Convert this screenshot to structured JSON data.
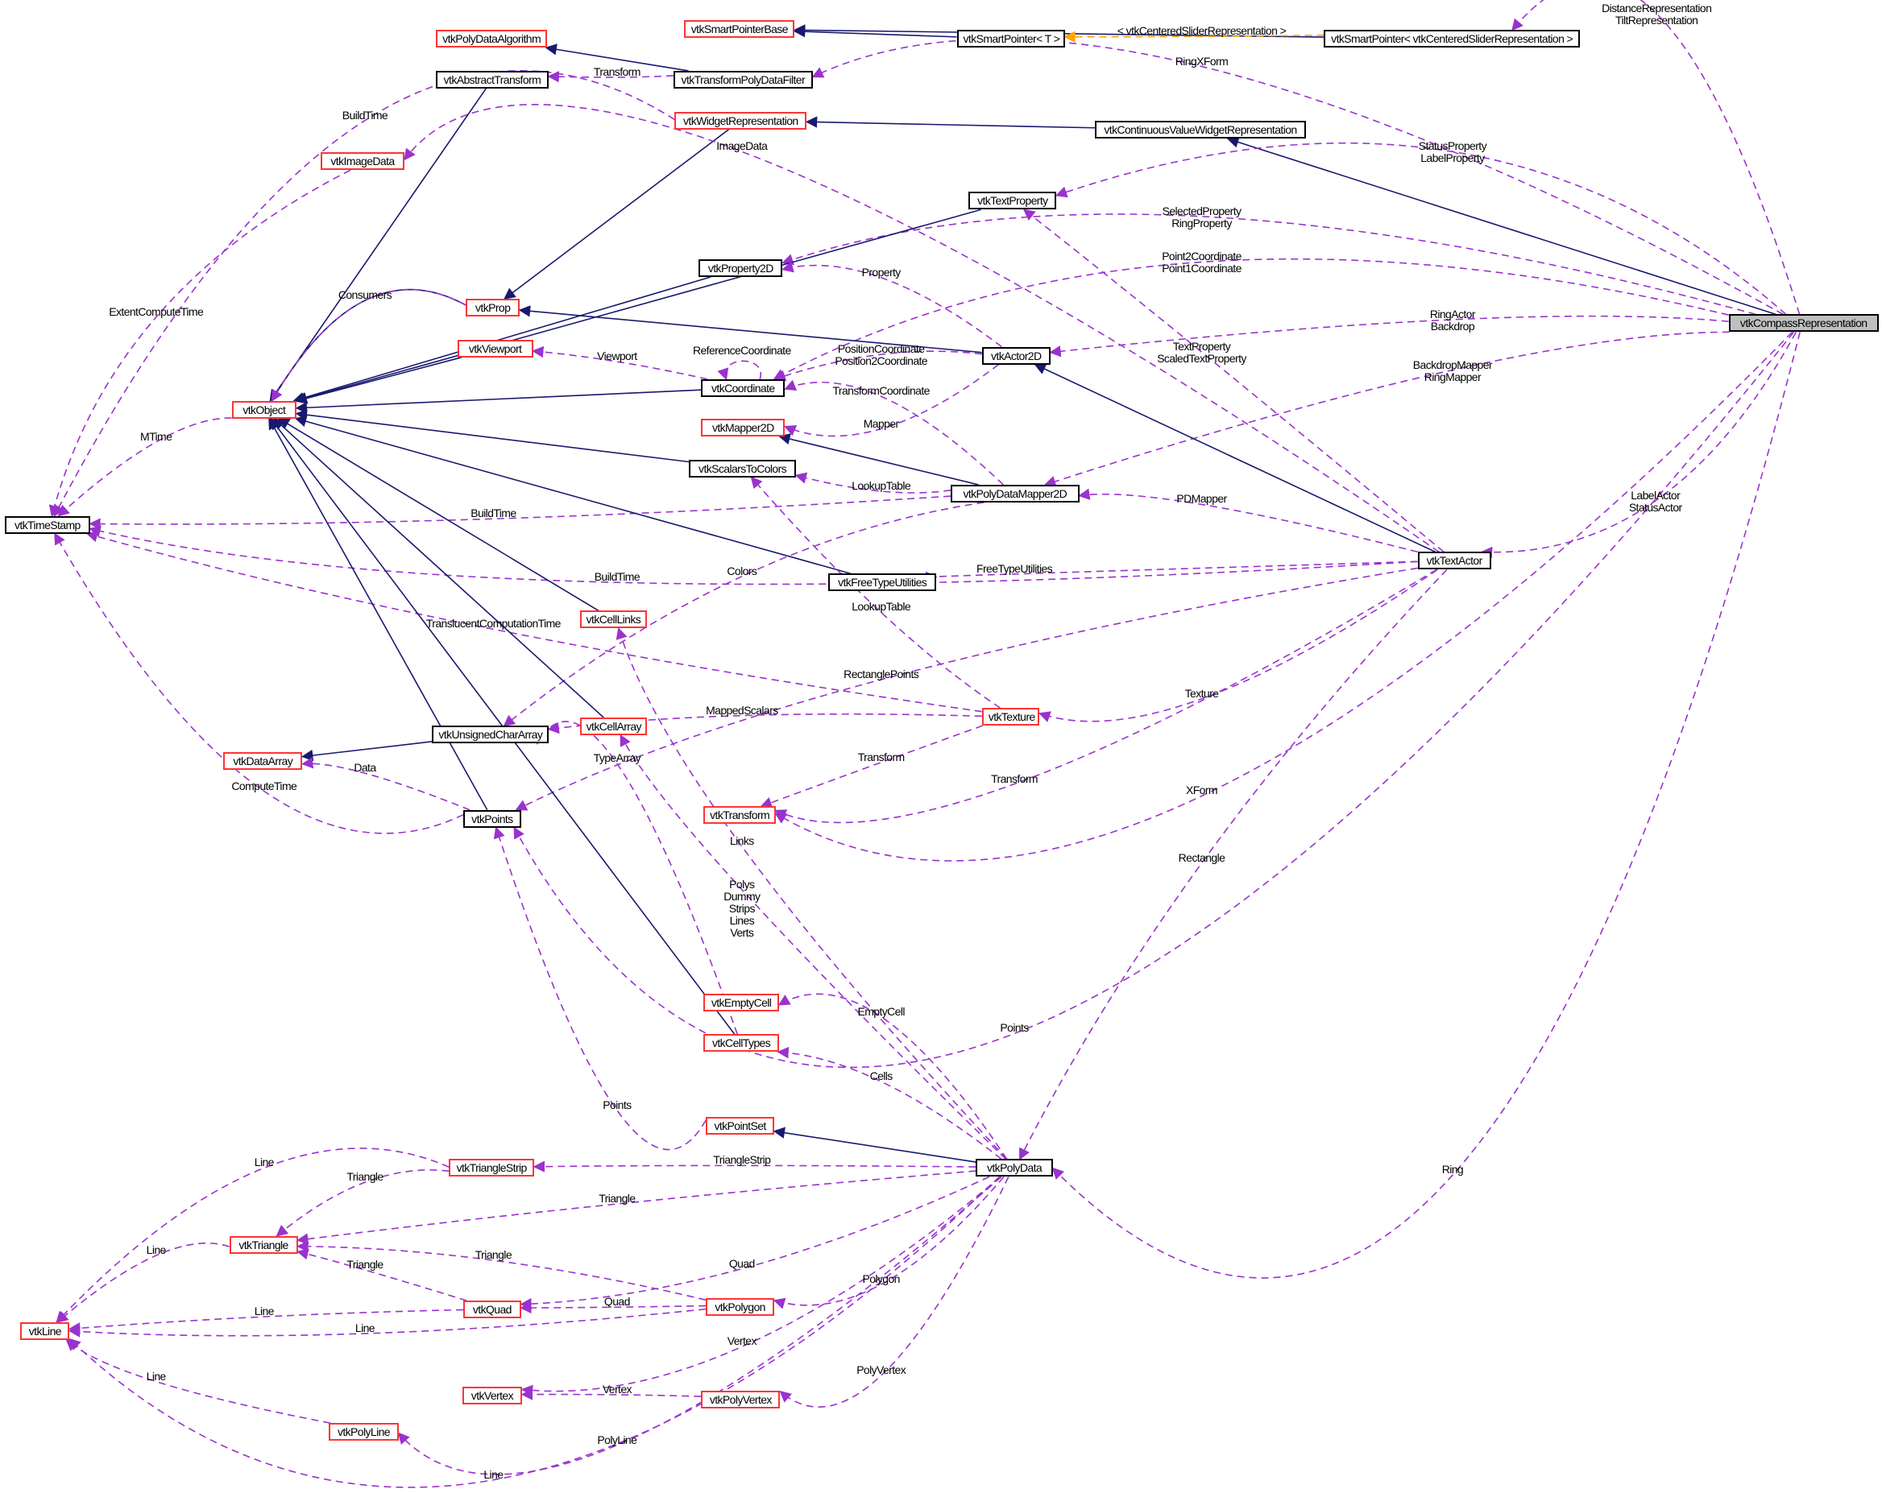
{
  "title": "vtkCompassRepresentation collaboration graph",
  "legend_colors": {
    "inheritance": "#191970",
    "usage": "#9a32cd",
    "template": "#ffa500",
    "documented_border": "#000000",
    "undocumented_border": "#ff3333",
    "focus_fill": "#bfbfbf"
  },
  "nodes": [
    {
      "id": "compass",
      "label": "vtkCompassRepresentation",
      "style": "focus"
    },
    {
      "id": "smartptrbase",
      "label": "vtkSmartPointerBase",
      "style": "red"
    },
    {
      "id": "smartptrT",
      "label": "vtkSmartPointer< T >",
      "style": "black"
    },
    {
      "id": "smartptrCSR",
      "label": "vtkSmartPointer< vtkCenteredSliderRepresentation >",
      "style": "black"
    },
    {
      "id": "polydataalg",
      "label": "vtkPolyDataAlgorithm",
      "style": "red"
    },
    {
      "id": "abstracttransform",
      "label": "vtkAbstractTransform",
      "style": "black"
    },
    {
      "id": "transformpdf",
      "label": "vtkTransformPolyDataFilter",
      "style": "black"
    },
    {
      "id": "widgetrep",
      "label": "vtkWidgetRepresentation",
      "style": "red"
    },
    {
      "id": "cvwrep",
      "label": "vtkContinuousValueWidgetRepresentation",
      "style": "black"
    },
    {
      "id": "imagedata",
      "label": "vtkImageData",
      "style": "red"
    },
    {
      "id": "textproperty",
      "label": "vtkTextProperty",
      "style": "black"
    },
    {
      "id": "property2d",
      "label": "vtkProperty2D",
      "style": "black"
    },
    {
      "id": "prop",
      "label": "vtkProp",
      "style": "red"
    },
    {
      "id": "viewport",
      "label": "vtkViewport",
      "style": "red"
    },
    {
      "id": "coordinate",
      "label": "vtkCoordinate",
      "style": "black"
    },
    {
      "id": "actor2d",
      "label": "vtkActor2D",
      "style": "black"
    },
    {
      "id": "object",
      "label": "vtkObject",
      "style": "red"
    },
    {
      "id": "mapper2d",
      "label": "vtkMapper2D",
      "style": "red"
    },
    {
      "id": "scalarstocolors",
      "label": "vtkScalarsToColors",
      "style": "black"
    },
    {
      "id": "polydatamapper2d",
      "label": "vtkPolyDataMapper2D",
      "style": "black"
    },
    {
      "id": "timestamp",
      "label": "vtkTimeStamp",
      "style": "black"
    },
    {
      "id": "freetype",
      "label": "vtkFreeTypeUtilities",
      "style": "black"
    },
    {
      "id": "textactor",
      "label": "vtkTextActor",
      "style": "black"
    },
    {
      "id": "celllinks",
      "label": "vtkCellLinks",
      "style": "red"
    },
    {
      "id": "uchararray",
      "label": "vtkUnsignedCharArray",
      "style": "black"
    },
    {
      "id": "cellarray",
      "label": "vtkCellArray",
      "style": "red"
    },
    {
      "id": "texture",
      "label": "vtkTexture",
      "style": "red"
    },
    {
      "id": "dataarray",
      "label": "vtkDataArray",
      "style": "red"
    },
    {
      "id": "points",
      "label": "vtkPoints",
      "style": "black"
    },
    {
      "id": "transform",
      "label": "vtkTransform",
      "style": "red"
    },
    {
      "id": "emptycell",
      "label": "vtkEmptyCell",
      "style": "red"
    },
    {
      "id": "celltypes",
      "label": "vtkCellTypes",
      "style": "red"
    },
    {
      "id": "pointset",
      "label": "vtkPointSet",
      "style": "red"
    },
    {
      "id": "polydata",
      "label": "vtkPolyData",
      "style": "black"
    },
    {
      "id": "trianglestrip",
      "label": "vtkTriangleStrip",
      "style": "red"
    },
    {
      "id": "triangle",
      "label": "vtkTriangle",
      "style": "red"
    },
    {
      "id": "quad",
      "label": "vtkQuad",
      "style": "red"
    },
    {
      "id": "polygon",
      "label": "vtkPolygon",
      "style": "red"
    },
    {
      "id": "line",
      "label": "vtkLine",
      "style": "red"
    },
    {
      "id": "vertex",
      "label": "vtkVertex",
      "style": "red"
    },
    {
      "id": "polyvertex",
      "label": "vtkPolyVertex",
      "style": "red"
    },
    {
      "id": "polyline",
      "label": "vtkPolyLine",
      "style": "red"
    }
  ],
  "edges": [
    {
      "from": "smartptrT",
      "to": "smartptrbase",
      "kind": "inheritance",
      "label": ""
    },
    {
      "from": "smartptrCSR",
      "to": "smartptrbase",
      "kind": "inheritance",
      "label": ""
    },
    {
      "from": "smartptrCSR",
      "to": "smartptrT",
      "kind": "template",
      "label": "< vtkCenteredSliderRepresentation >"
    },
    {
      "from": "compass",
      "to": "smartptrCSR",
      "kind": "usage",
      "label": "DistanceRepresentation\nTiltRepresentation"
    },
    {
      "from": "transformpdf",
      "to": "polydataalg",
      "kind": "inheritance",
      "label": ""
    },
    {
      "from": "transformpdf",
      "to": "abstracttransform",
      "kind": "usage",
      "label": "Transform"
    },
    {
      "from": "compass",
      "to": "transformpdf",
      "kind": "usage",
      "label": "RingXForm"
    },
    {
      "from": "cvwrep",
      "to": "widgetrep",
      "kind": "inheritance",
      "label": ""
    },
    {
      "from": "compass",
      "to": "cvwrep",
      "kind": "inheritance",
      "label": ""
    },
    {
      "from": "widgetrep",
      "to": "prop",
      "kind": "inheritance",
      "label": ""
    },
    {
      "from": "widgetrep",
      "to": "timestamp",
      "kind": "usage",
      "label": "BuildTime"
    },
    {
      "from": "textactor",
      "to": "imagedata",
      "kind": "usage",
      "label": "ImageData"
    },
    {
      "from": "compass",
      "to": "textproperty",
      "kind": "usage",
      "label": "StatusProperty\nLabelProperty"
    },
    {
      "from": "compass",
      "to": "property2d",
      "kind": "usage",
      "label": "SelectedProperty\nRingProperty"
    },
    {
      "from": "compass",
      "to": "coordinate",
      "kind": "usage",
      "label": "Point2Coordinate\nPoint1Coordinate"
    },
    {
      "from": "compass",
      "to": "actor2d",
      "kind": "usage",
      "label": "RingActor\nBackdrop"
    },
    {
      "from": "compass",
      "to": "polydatamapper2d",
      "kind": "usage",
      "label": "BackdropMapper\nRingMapper"
    },
    {
      "from": "compass",
      "to": "textactor",
      "kind": "usage",
      "label": "LabelActor\nStatusActor"
    },
    {
      "from": "compass",
      "to": "transform",
      "kind": "usage",
      "label": "XForm"
    },
    {
      "from": "compass",
      "to": "points",
      "kind": "usage",
      "label": "Points"
    },
    {
      "from": "compass",
      "to": "polydata",
      "kind": "usage",
      "label": "Ring"
    },
    {
      "from": "abstracttransform",
      "to": "object",
      "kind": "inheritance",
      "label": ""
    },
    {
      "from": "imagedata",
      "to": "timestamp",
      "kind": "usage",
      "label": "ExtentComputeTime"
    },
    {
      "from": "textproperty",
      "to": "object",
      "kind": "inheritance",
      "label": ""
    },
    {
      "from": "property2d",
      "to": "object",
      "kind": "inheritance",
      "label": ""
    },
    {
      "from": "prop",
      "to": "object",
      "kind": "inheritance",
      "label": ""
    },
    {
      "from": "prop",
      "to": "object",
      "kind": "usage",
      "label": "Consumers"
    },
    {
      "from": "viewport",
      "to": "object",
      "kind": "inheritance",
      "label": ""
    },
    {
      "from": "coordinate",
      "to": "object",
      "kind": "inheritance",
      "label": ""
    },
    {
      "from": "coordinate",
      "to": "viewport",
      "kind": "usage",
      "label": "Viewport"
    },
    {
      "from": "coordinate",
      "to": "coordinate",
      "kind": "usage",
      "label": "ReferenceCoordinate"
    },
    {
      "from": "actor2d",
      "to": "prop",
      "kind": "inheritance",
      "label": ""
    },
    {
      "from": "actor2d",
      "to": "property2d",
      "kind": "usage",
      "label": "Property"
    },
    {
      "from": "actor2d",
      "to": "coordinate",
      "kind": "usage",
      "label": "PositionCoordinate\nPosition2Coordinate"
    },
    {
      "from": "actor2d",
      "to": "mapper2d",
      "kind": "usage",
      "label": "Mapper"
    },
    {
      "from": "object",
      "to": "timestamp",
      "kind": "usage",
      "label": "MTime"
    },
    {
      "from": "polydatamapper2d",
      "to": "mapper2d",
      "kind": "inheritance",
      "label": ""
    },
    {
      "from": "polydatamapper2d",
      "to": "coordinate",
      "kind": "usage",
      "label": "TransformCoordinate"
    },
    {
      "from": "polydatamapper2d",
      "to": "scalarstocolors",
      "kind": "usage",
      "label": "LookupTable"
    },
    {
      "from": "polydatamapper2d",
      "to": "timestamp",
      "kind": "usage",
      "label": "BuildTime"
    },
    {
      "from": "polydatamapper2d",
      "to": "uchararray",
      "kind": "usage",
      "label": "Colors"
    },
    {
      "from": "scalarstocolors",
      "to": "object",
      "kind": "inheritance",
      "label": ""
    },
    {
      "from": "freetype",
      "to": "object",
      "kind": "inheritance",
      "label": ""
    },
    {
      "from": "textactor",
      "to": "actor2d",
      "kind": "inheritance",
      "label": ""
    },
    {
      "from": "textactor",
      "to": "textproperty",
      "kind": "usage",
      "label": "TextProperty\nScaledTextProperty"
    },
    {
      "from": "textactor",
      "to": "polydatamapper2d",
      "kind": "usage",
      "label": "PDMapper"
    },
    {
      "from": "textactor",
      "to": "freetype",
      "kind": "usage",
      "label": "FreeTypeUtilities"
    },
    {
      "from": "textactor",
      "to": "timestamp",
      "kind": "usage",
      "label": "BuildTime"
    },
    {
      "from": "textactor",
      "to": "texture",
      "kind": "usage",
      "label": "Texture"
    },
    {
      "from": "textactor",
      "to": "transform",
      "kind": "usage",
      "label": "Transform"
    },
    {
      "from": "textactor",
      "to": "points",
      "kind": "usage",
      "label": "RectanglePoints"
    },
    {
      "from": "textactor",
      "to": "polydata",
      "kind": "usage",
      "label": "Rectangle"
    },
    {
      "from": "celllinks",
      "to": "object",
      "kind": "inheritance",
      "label": ""
    },
    {
      "from": "texture",
      "to": "timestamp",
      "kind": "usage",
      "label": "TranslucentComputationTime"
    },
    {
      "from": "texture",
      "to": "scalarstocolors",
      "kind": "usage",
      "label": "LookupTable"
    },
    {
      "from": "texture",
      "to": "uchararray",
      "kind": "usage",
      "label": "MappedScalars"
    },
    {
      "from": "texture",
      "to": "transform",
      "kind": "usage",
      "label": "Transform"
    },
    {
      "from": "uchararray",
      "to": "dataarray",
      "kind": "inheritance",
      "label": ""
    },
    {
      "from": "cellarray",
      "to": "object",
      "kind": "inheritance",
      "label": ""
    },
    {
      "from": "points",
      "to": "object",
      "kind": "inheritance",
      "label": ""
    },
    {
      "from": "points",
      "to": "dataarray",
      "kind": "usage",
      "label": "Data"
    },
    {
      "from": "points",
      "to": "timestamp",
      "kind": "usage",
      "label": "ComputeTime"
    },
    {
      "from": "celltypes",
      "to": "object",
      "kind": "inheritance",
      "label": ""
    },
    {
      "from": "celltypes",
      "to": "uchararray",
      "kind": "usage",
      "label": "TypeArray"
    },
    {
      "from": "polydata",
      "to": "celllinks",
      "kind": "usage",
      "label": "Links"
    },
    {
      "from": "polydata",
      "to": "cellarray",
      "kind": "usage",
      "label": "Polys\nDummy\nStrips\nLines\nVerts"
    },
    {
      "from": "polydata",
      "to": "emptycell",
      "kind": "usage",
      "label": "EmptyCell"
    },
    {
      "from": "polydata",
      "to": "celltypes",
      "kind": "usage",
      "label": "Cells"
    },
    {
      "from": "polydata",
      "to": "pointset",
      "kind": "inheritance",
      "label": ""
    },
    {
      "from": "pointset",
      "to": "points",
      "kind": "usage",
      "label": "Points"
    },
    {
      "from": "polydata",
      "to": "trianglestrip",
      "kind": "usage",
      "label": "TriangleStrip"
    },
    {
      "from": "polydata",
      "to": "triangle",
      "kind": "usage",
      "label": "Triangle"
    },
    {
      "from": "polydata",
      "to": "quad",
      "kind": "usage",
      "label": "Quad"
    },
    {
      "from": "polydata",
      "to": "polygon",
      "kind": "usage",
      "label": "Polygon"
    },
    {
      "from": "polydata",
      "to": "vertex",
      "kind": "usage",
      "label": "Vertex"
    },
    {
      "from": "polydata",
      "to": "polyvertex",
      "kind": "usage",
      "label": "PolyVertex"
    },
    {
      "from": "polydata",
      "to": "polyline",
      "kind": "usage",
      "label": "PolyLine"
    },
    {
      "from": "polydata",
      "to": "line",
      "kind": "usage",
      "label": "Line"
    },
    {
      "from": "trianglestrip",
      "to": "line",
      "kind": "usage",
      "label": "Line"
    },
    {
      "from": "trianglestrip",
      "to": "triangle",
      "kind": "usage",
      "label": "Triangle"
    },
    {
      "from": "triangle",
      "to": "line",
      "kind": "usage",
      "label": "Line"
    },
    {
      "from": "quad",
      "to": "triangle",
      "kind": "usage",
      "label": "Triangle"
    },
    {
      "from": "quad",
      "to": "line",
      "kind": "usage",
      "label": "Line"
    },
    {
      "from": "polygon",
      "to": "triangle",
      "kind": "usage",
      "label": "Triangle"
    },
    {
      "from": "polygon",
      "to": "quad",
      "kind": "usage",
      "label": "Quad"
    },
    {
      "from": "polygon",
      "to": "line",
      "kind": "usage",
      "label": "Line"
    },
    {
      "from": "polyvertex",
      "to": "vertex",
      "kind": "usage",
      "label": "Vertex"
    },
    {
      "from": "polyline",
      "to": "line",
      "kind": "usage",
      "label": "Line"
    }
  ]
}
